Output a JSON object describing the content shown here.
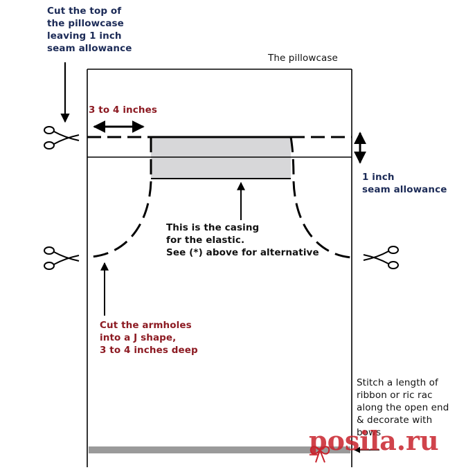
{
  "labels": {
    "cut_top": [
      "Cut the top of",
      "the pillowcase",
      "leaving 1 inch",
      "seam allowance"
    ],
    "pillowcase": "The pillowcase",
    "width_note": "3 to 4 inches",
    "seam": [
      "1 inch",
      "seam allowance"
    ],
    "casing": [
      "This is the casing",
      "for the elastic.",
      "See (*) above for alternative"
    ],
    "armholes": [
      "Cut the armholes",
      "into a J shape,",
      "3 to 4 inches deep"
    ],
    "stitch": [
      "Stitch a length of",
      "ribbon or ric rac",
      "along the open end",
      "& decorate with",
      "bows"
    ]
  },
  "watermark": "posila.ru",
  "colors": {
    "navy": "#1c2b57",
    "red": "#8c1a22",
    "casing_fill": "#d7d7d9",
    "ribbon": "#9a9a9a",
    "watermark": "#c8232c"
  },
  "icons": [
    "scissors-icon",
    "arrow-icon"
  ]
}
